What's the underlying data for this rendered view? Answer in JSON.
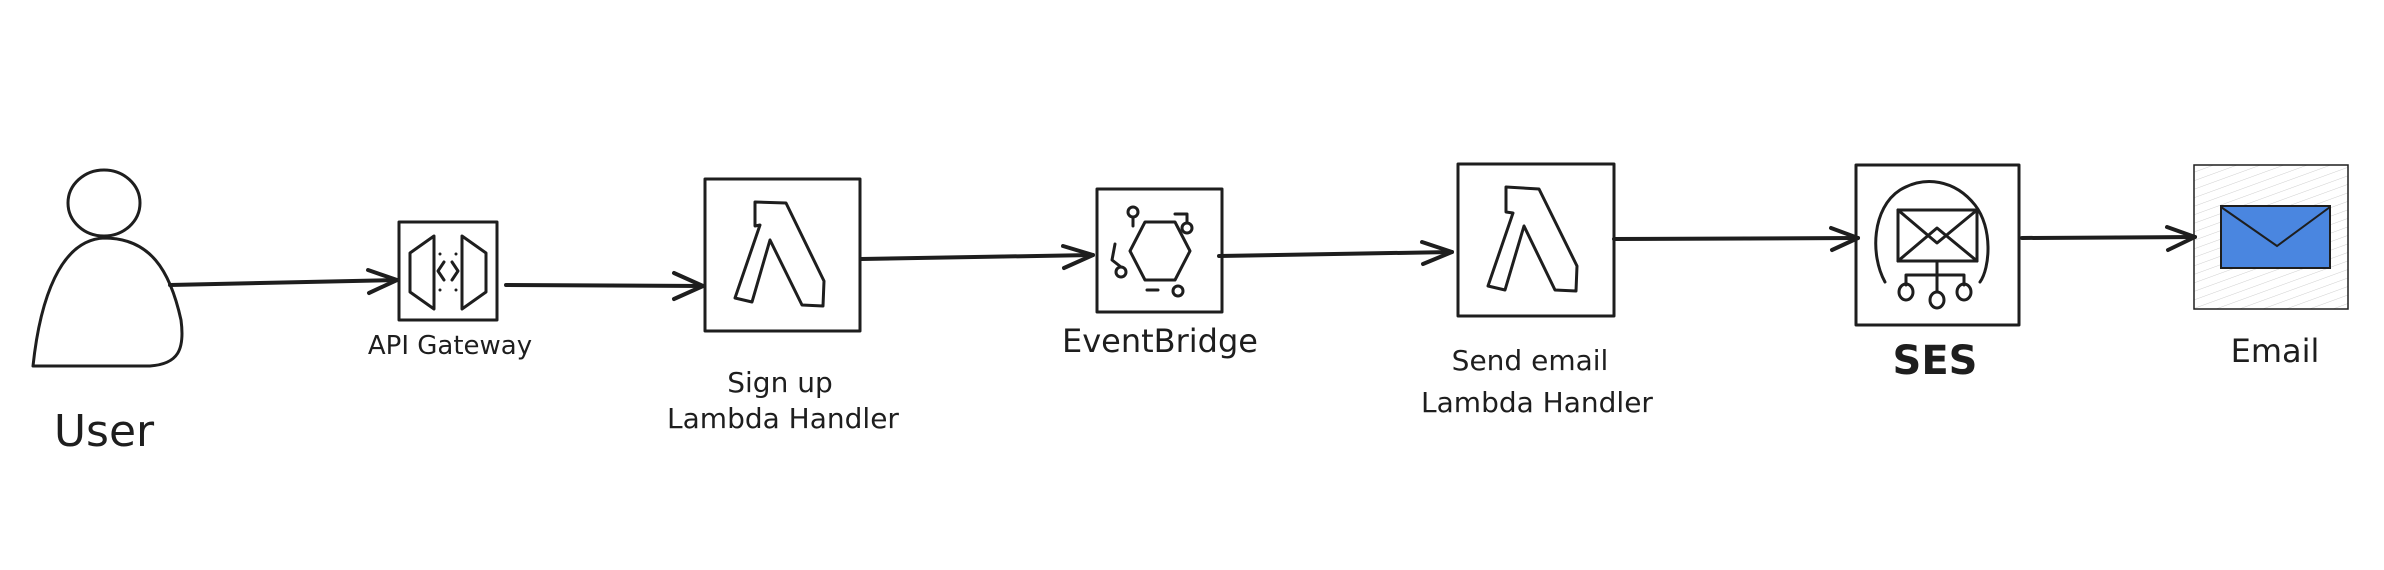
{
  "diagram": {
    "nodes": {
      "user": {
        "label": "User"
      },
      "api_gateway": {
        "label": "API Gateway"
      },
      "signup_lambda": {
        "label_line1": "Sign up",
        "label_line2": "Lambda Handler"
      },
      "eventbridge": {
        "label": "EventBridge"
      },
      "send_email_lambda": {
        "label_line1": "Send email",
        "label_line2": "Lambda Handler"
      },
      "ses": {
        "label": "SES"
      },
      "email": {
        "label": "Email"
      }
    },
    "colors": {
      "user_fill": "#adb5bd",
      "api_gateway_fill": "#7b6cff",
      "lambda_fill": "#fd9d45",
      "eventbridge_fill": "#e0708c",
      "ses_fill": "#f07070",
      "email_fill": "#b0b0b0",
      "envelope": "#4a86e0"
    }
  }
}
